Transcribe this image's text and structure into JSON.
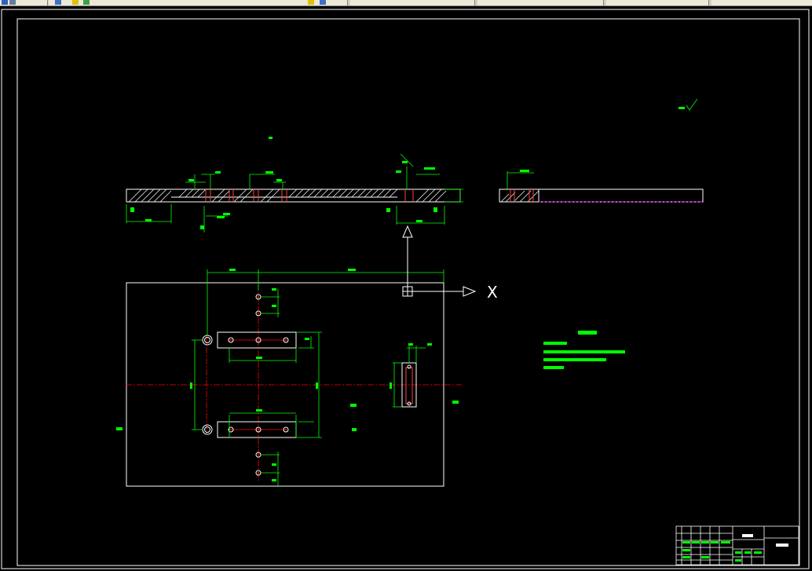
{
  "toolbar": {
    "groups": [
      "standard",
      "layers",
      "properties",
      "color-control",
      "linetype-control",
      "lineweight-control"
    ]
  },
  "ucs": {
    "x_label": "X"
  },
  "colors": {
    "background": "#000000",
    "border": "#ffffff",
    "dimension": "#00ff00",
    "center_line": "#ff0000",
    "hidden_line": "#ff00ff",
    "text": "#00ff00"
  }
}
